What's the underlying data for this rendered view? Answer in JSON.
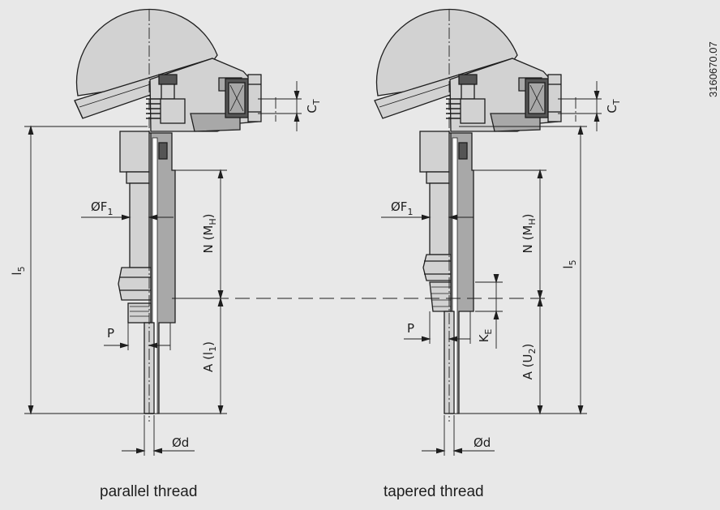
{
  "captions": {
    "left": "parallel thread",
    "right": "tapered thread"
  },
  "drawing_number": "3160670.07",
  "dimensions": {
    "ct": "C",
    "ct_sub": "T",
    "phi_f1": "ØF",
    "phi_f1_sub": "1",
    "n_mh": "N (M",
    "n_mh_sub": "H",
    "l5": "l",
    "l5_sub": "5",
    "p": "P",
    "a_l1": "A (l",
    "a_l1_sub": "1",
    "a_u2": "A (U",
    "a_u2_sub": "2",
    "ke": "K",
    "ke_sub": "E",
    "phi_d": "Ød"
  },
  "colors": {
    "background": "#e8e8e8",
    "line": "#1e1e1e",
    "head_fill": "#d2d2d2",
    "section_fill": "#a8a8a8",
    "dark_fill": "#555555"
  }
}
